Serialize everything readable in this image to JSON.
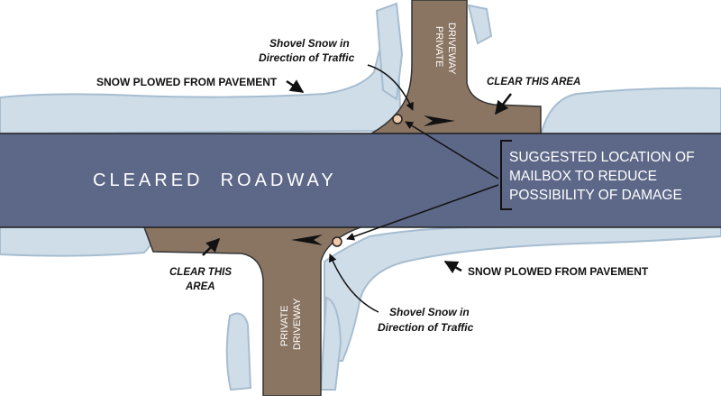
{
  "labels": {
    "roadway": "CLEARED  ROADWAY",
    "suggested_line1": "SUGGESTED LOCATION OF",
    "suggested_line2": "MAILBOX TO REDUCE",
    "suggested_line3": "POSSIBILITY OF DAMAGE",
    "snow_plowed_top": "SNOW PLOWED FROM PAVEMENT",
    "snow_plowed_bottom": "SNOW PLOWED FROM PAVEMENT",
    "shovel_top_line1": "Shovel Snow in",
    "shovel_top_line2": "Direction of Traffic",
    "shovel_bottom_line1": "Shovel Snow in",
    "shovel_bottom_line2": "Direction of Traffic",
    "clear_top": "CLEAR THIS AREA",
    "clear_bottom_line1": "CLEAR THIS",
    "clear_bottom_line2": "AREA",
    "driveway_top_line1": "PRIVATE",
    "driveway_top_line2": "DRIVEWAY",
    "driveway_bottom_line1": "PRIVATE",
    "driveway_bottom_line2": "DRIVEWAY"
  },
  "colors": {
    "road": "#5d6888",
    "driveway": "#8a7563",
    "snow": "#cfdde8",
    "snow_edge": "#a7bdd0",
    "text_dark": "#111111",
    "text_light": "#ffffff",
    "mailbox": "#f2c9a8"
  }
}
